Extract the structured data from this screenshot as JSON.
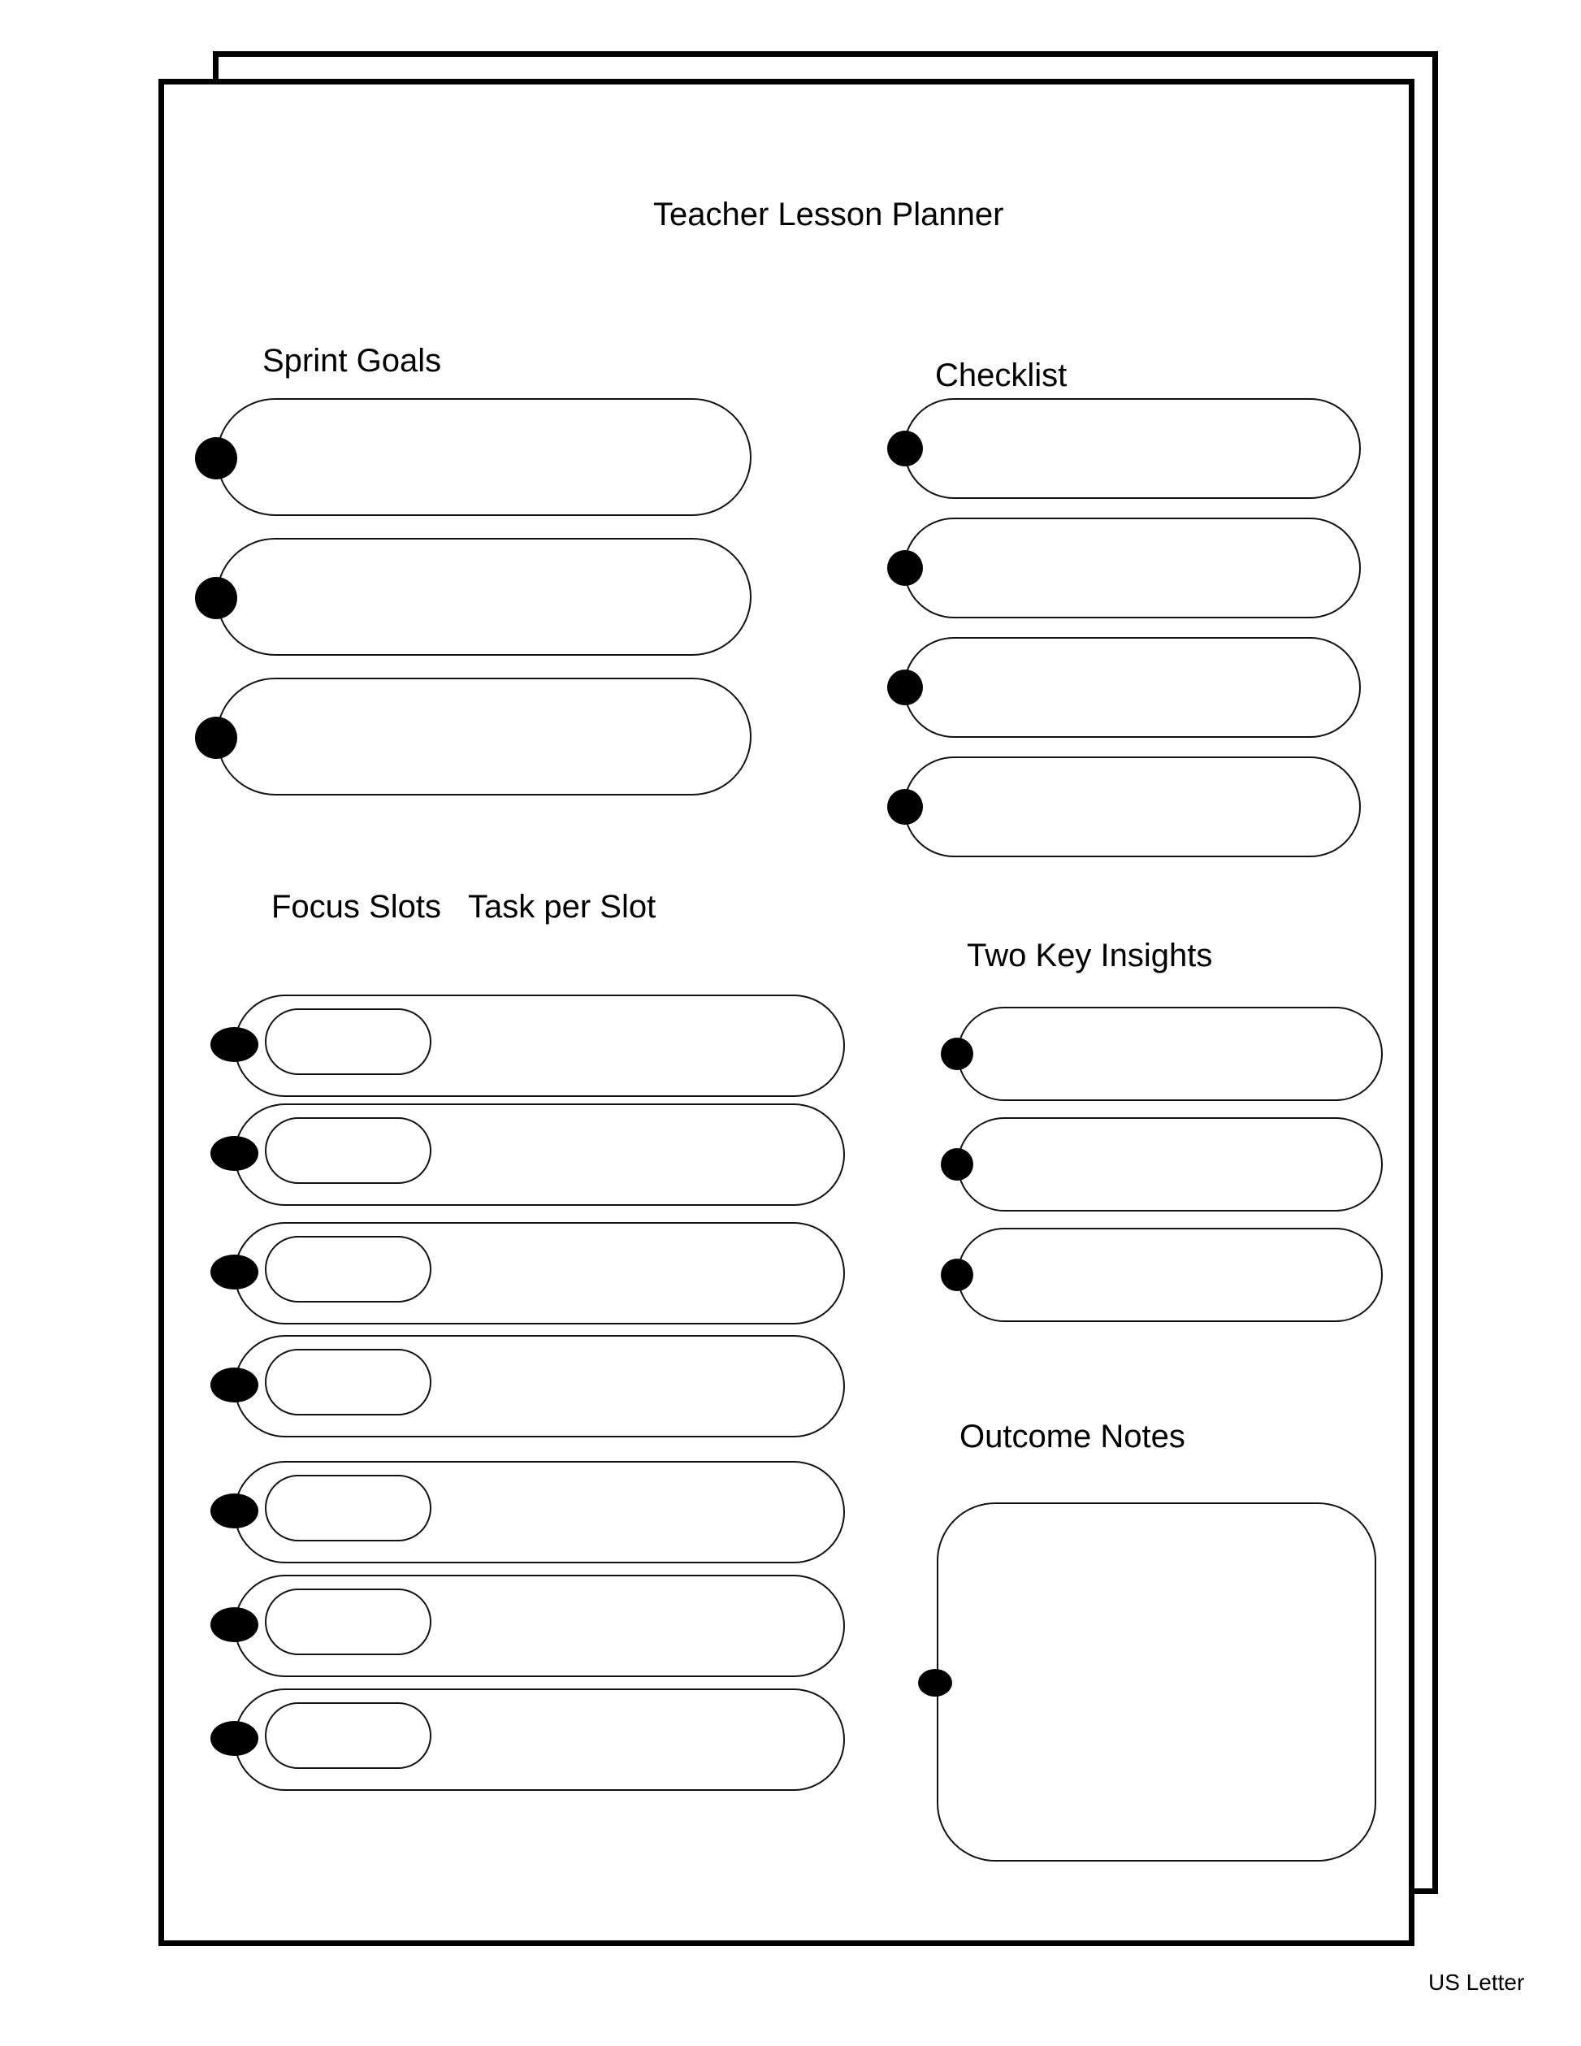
{
  "planner": {
    "title": "Teacher Lesson Planner",
    "paper_size": "US Letter"
  },
  "sections": {
    "sprint_goals": {
      "title": "Sprint Goals",
      "box_count": 3
    },
    "checklist": {
      "title": "Checklist",
      "box_count": 4
    },
    "focus_slots": {
      "title": "Focus Slots",
      "task_title": "Task per Slot",
      "box_count": 7
    },
    "key_insights": {
      "title": "Two Key Insights",
      "box_count": 3
    },
    "outcome_notes": {
      "title": "Outcome Notes"
    }
  },
  "colors": {
    "ink": "#000000",
    "paper": "#ffffff"
  }
}
